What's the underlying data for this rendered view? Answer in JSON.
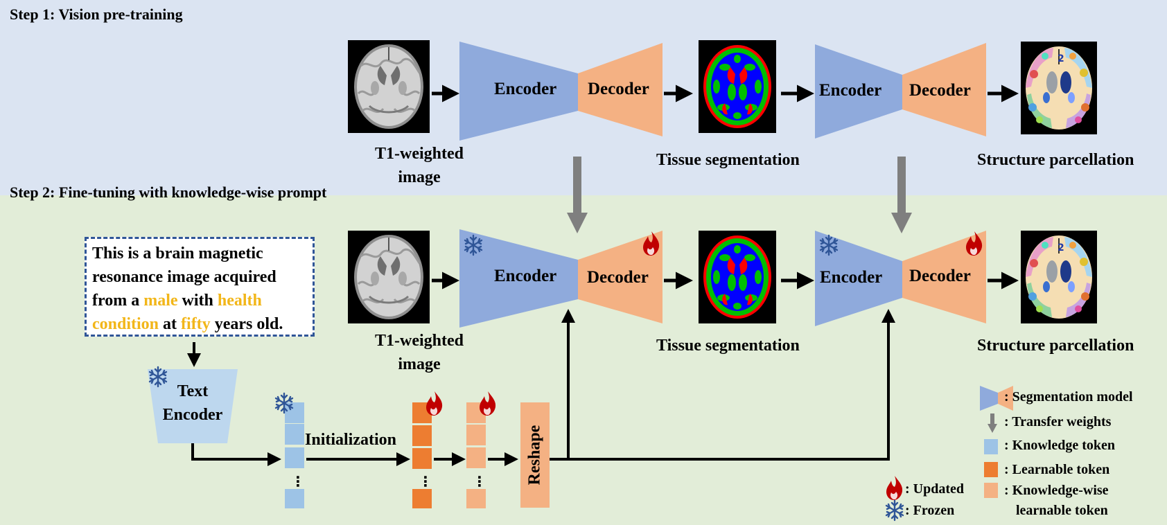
{
  "step1": {
    "title": "Step 1: Vision pre-training"
  },
  "step2": {
    "title": "Step 2: Fine-tuning with knowledge-wise prompt"
  },
  "labels": {
    "encoder": "Encoder",
    "decoder": "Decoder",
    "t1_line1": "T1-weighted",
    "t1_line2": "image",
    "tissue": "Tissue segmentation",
    "structure": "Structure parcellation",
    "text_encoder_line1": "Text",
    "text_encoder_line2": "Encoder",
    "initialization": "Initialization",
    "reshape": "Reshape"
  },
  "prompt": {
    "p1": "This is a brain magnetic",
    "p2": "resonance image acquired",
    "p3": "from a ",
    "male": "male",
    "p4": " with ",
    "health": "health",
    "condition": "condition",
    "p5": " at ",
    "fifty": "fifty",
    "p6": " years old."
  },
  "legend": {
    "segmentation_model": ": Segmentation model",
    "transfer_weights": ": Transfer weights",
    "knowledge_token": ": Knowledge token",
    "learnable_token": ": Learnable token",
    "kw_learnable_line1": ": Knowledge-wise",
    "kw_learnable_line2": "learnable token",
    "updated": ": Updated",
    "frozen": ": Frozen"
  },
  "icons": [
    "brain-mri-icon",
    "tissue-segmentation-icon",
    "structure-parcellation-icon",
    "flame-icon",
    "snowflake-icon"
  ],
  "colors": {
    "step1_bg": "#dbe4f2",
    "step2_bg": "#e2edd8",
    "encoder": "#8faadc",
    "decoder": "#f4b183",
    "knowledge_token": "#9dc3e6",
    "learnable_token": "#ed7d31",
    "kw_learnable_token": "#f4b183",
    "highlight_text": "#f2b619",
    "transfer_arrow": "#7f7f7f",
    "flame": "#c00000",
    "snowflake": "#2f5597",
    "prompt_border": "#2f5597"
  }
}
